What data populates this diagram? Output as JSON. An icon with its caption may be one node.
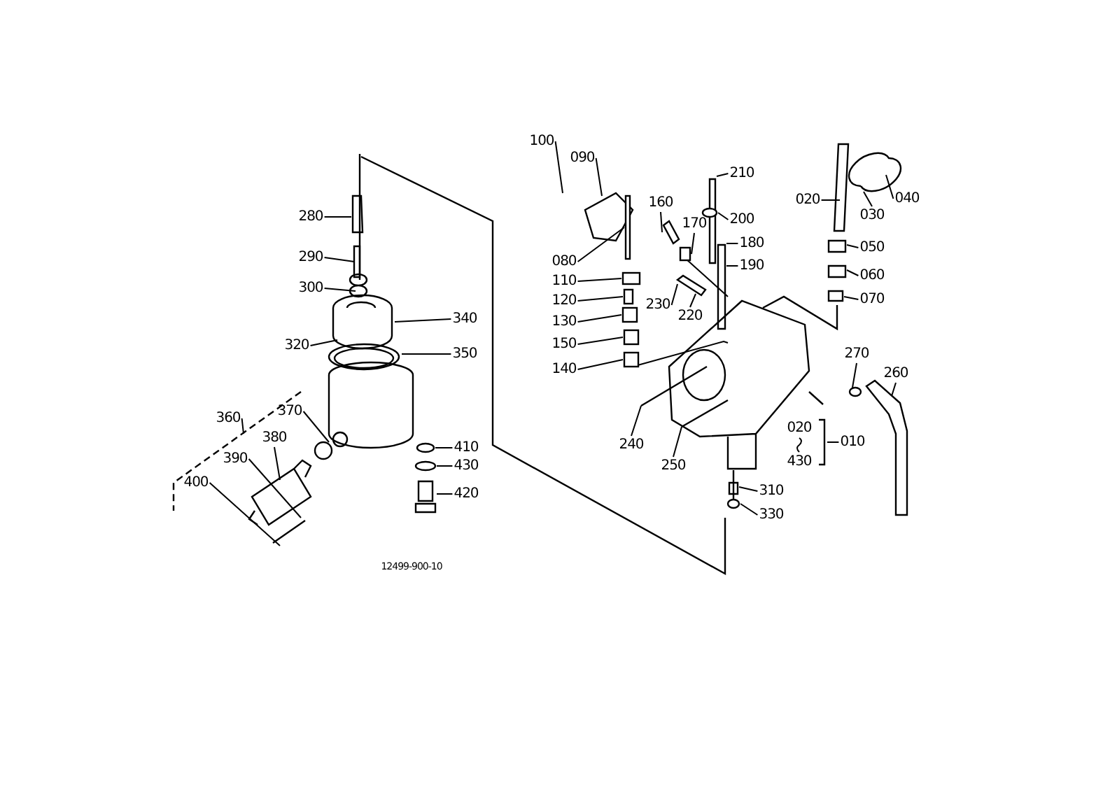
{
  "diagram": {
    "nodes": [
      {
        "text": [
          "100"
        ]
      },
      {
        "text": [
          "090"
        ]
      },
      {
        "text": [
          "280"
        ]
      },
      {
        "text": [
          "290"
        ]
      },
      {
        "text": [
          "300"
        ]
      },
      {
        "text": [
          "340"
        ]
      },
      {
        "text": [
          "350"
        ]
      },
      {
        "text": [
          "320"
        ]
      },
      {
        "text": [
          "360"
        ]
      },
      {
        "text": [
          "370"
        ]
      },
      {
        "text": [
          "380"
        ]
      },
      {
        "text": [
          "390"
        ]
      },
      {
        "text": [
          "400"
        ]
      },
      {
        "text": [
          "410"
        ]
      },
      {
        "text": [
          "430"
        ]
      },
      {
        "text": [
          "420"
        ]
      },
      {
        "text": [
          "080"
        ]
      },
      {
        "text": [
          "110"
        ]
      },
      {
        "text": [
          "120"
        ]
      },
      {
        "text": [
          "130"
        ]
      },
      {
        "text": [
          "150"
        ]
      },
      {
        "text": [
          "140"
        ]
      },
      {
        "text": [
          "160"
        ]
      },
      {
        "text": [
          "170"
        ]
      },
      {
        "text": [
          "230"
        ]
      },
      {
        "text": [
          "220"
        ]
      },
      {
        "text": [
          "210"
        ]
      },
      {
        "text": [
          "200"
        ]
      },
      {
        "text": [
          "180"
        ]
      },
      {
        "text": [
          "190"
        ]
      },
      {
        "text": [
          "020"
        ]
      },
      {
        "text": [
          "030"
        ]
      },
      {
        "text": [
          "040"
        ]
      },
      {
        "text": [
          "050"
        ]
      },
      {
        "text": [
          "060"
        ]
      },
      {
        "text": [
          "070"
        ]
      },
      {
        "text": [
          "270"
        ]
      },
      {
        "text": [
          "260"
        ]
      },
      {
        "text": [
          "240"
        ]
      },
      {
        "text": [
          "250"
        ]
      },
      {
        "text": [
          "310"
        ]
      },
      {
        "text": [
          "330"
        ]
      },
      {
        "text": [
          "010"
        ]
      },
      {
        "text": [],
        "shape": "box"
      },
      {
        "text": [],
        "shape": "box"
      },
      {
        "text": [],
        "shape": "screw"
      },
      {
        "text": [],
        "shape": "circle"
      },
      {
        "text": [],
        "shape": "circle"
      },
      {
        "text": [],
        "shape": "bracket",
        "beside": [
          "020",
          "430"
        ]
      },
      {
        "text": [],
        "shape": "box"
      },
      {
        "text": [],
        "shape": "box"
      },
      {
        "text": [],
        "shape": "box"
      },
      {
        "text": [],
        "shape": "box"
      },
      {
        "text": [],
        "shape": "bar"
      }
    ],
    "edges": [
      {
        "from": 0,
        "to": null,
        "arrow": "none"
      },
      {
        "from": 1,
        "to": null,
        "arrow": "none"
      },
      {
        "from": 2,
        "to": null,
        "arrow": "none"
      },
      {
        "from": 3,
        "to": null,
        "arrow": "none"
      },
      {
        "from": 4,
        "to": null,
        "arrow": "none"
      },
      {
        "from": 5,
        "to": null,
        "arrow": "none"
      },
      {
        "from": 6,
        "to": null,
        "arrow": "none"
      },
      {
        "from": 7,
        "to": null,
        "arrow": "none"
      },
      {
        "from": 8,
        "to": null,
        "arrow": "none"
      },
      {
        "from": 9,
        "to": null,
        "arrow": "none"
      },
      {
        "from": 10,
        "to": null,
        "arrow": "none"
      },
      {
        "from": 11,
        "to": null,
        "arrow": "none"
      },
      {
        "from": 12,
        "to": null,
        "arrow": "none"
      },
      {
        "from": 13,
        "to": null,
        "arrow": "none"
      },
      {
        "from": 14,
        "to": null,
        "arrow": "none"
      },
      {
        "from": 15,
        "to": null,
        "arrow": "none"
      },
      {
        "from": 16,
        "to": 53,
        "arrow": "none"
      },
      {
        "from": 17,
        "to": 49,
        "arrow": "none"
      },
      {
        "from": 18,
        "to": 43,
        "arrow": "none"
      },
      {
        "from": 19,
        "to": 44,
        "arrow": "none"
      },
      {
        "from": 20,
        "to": 50,
        "arrow": "none"
      },
      {
        "from": 21,
        "to": 52,
        "arrow": "none"
      },
      {
        "from": 22,
        "to": 45,
        "arrow": "none"
      },
      {
        "from": 23,
        "to": 51,
        "arrow": "none"
      },
      {
        "from": 24,
        "to": null,
        "arrow": "none"
      },
      {
        "from": 25,
        "to": null,
        "arrow": "none"
      },
      {
        "from": 26,
        "to": null,
        "arrow": "none"
      },
      {
        "from": 27,
        "to": 46,
        "arrow": "none"
      },
      {
        "from": 28,
        "to": null,
        "arrow": "none"
      },
      {
        "from": 29,
        "to": null,
        "arrow": "none"
      },
      {
        "from": 30,
        "to": null,
        "arrow": "none"
      },
      {
        "from": 31,
        "to": null,
        "arrow": "none"
      },
      {
        "from": 32,
        "to": null,
        "arrow": "none"
      },
      {
        "from": 33,
        "to": null,
        "arrow": "none"
      },
      {
        "from": 34,
        "to": null,
        "arrow": "none"
      },
      {
        "from": 35,
        "to": null,
        "arrow": "none"
      },
      {
        "from": 36,
        "to": null,
        "arrow": "none"
      },
      {
        "from": 37,
        "to": null,
        "arrow": "none"
      },
      {
        "from": 38,
        "to": null,
        "arrow": "none"
      },
      {
        "from": 39,
        "to": null,
        "arrow": "none"
      },
      {
        "from": 40,
        "to": null,
        "arrow": "none"
      },
      {
        "from": 41,
        "to": 47,
        "arrow": "none"
      },
      {
        "from": 42,
        "to": 48,
        "arrow": "none"
      }
    ],
    "labels": [
      "12499-900-10"
    ]
  }
}
